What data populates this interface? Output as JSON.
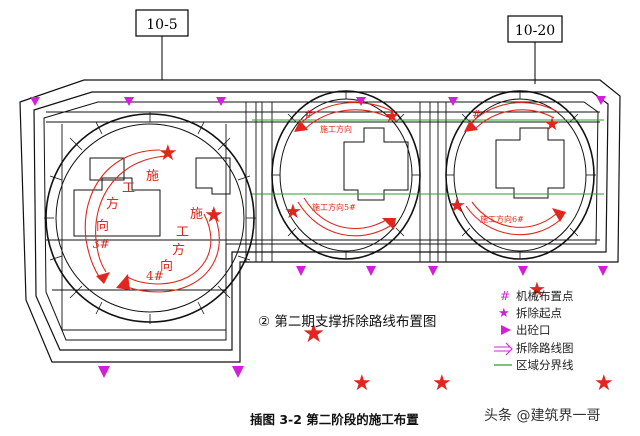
{
  "axis_labels": [
    "10-5",
    "10-20"
  ],
  "route_texts": {
    "left_upper": [
      "施",
      "工",
      "方",
      "向",
      "3#"
    ],
    "left_lower": [
      "施",
      "工",
      "方",
      "向",
      "4#"
    ],
    "middle_top": "施工方向",
    "middle_bottom": "施工方向5#",
    "right_bottom": "施工方向6#"
  },
  "diagram_title": "② 第二期支撑拆除路线布置图",
  "legend": [
    {
      "symbol": "#",
      "label": "机械布置点"
    },
    {
      "symbol": "★",
      "label": "拆除起点"
    },
    {
      "symbol": "▶",
      "label": "出砼口"
    },
    {
      "symbol": "⇒",
      "label": "拆除路线图"
    },
    {
      "symbol": "line",
      "label": "区域分界线"
    }
  ],
  "caption": "插图 3-2 第二阶段的施工布置",
  "watermark": "头条 @建筑界一哥",
  "colors": {
    "route": "#e0261e",
    "outlet": "#d020d8",
    "boundary": "#2e9e2e",
    "cad": "#111111",
    "axis": "#1a1a1a"
  }
}
